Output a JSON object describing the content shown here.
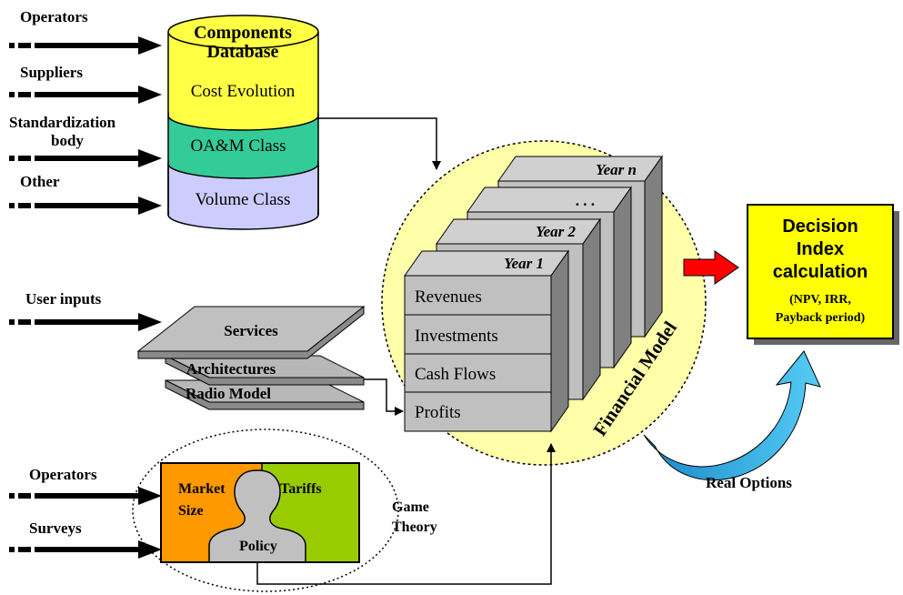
{
  "inputs_top": [
    "Operators",
    "Suppliers",
    "Standardization",
    "body",
    "Other"
  ],
  "database": {
    "title_line1": "Components",
    "title_line2": "Database",
    "layers": [
      "Cost Evolution",
      "OA&M Class",
      "Volume Class"
    ]
  },
  "user_inputs_label": "User inputs",
  "layer_stack": [
    "Services",
    "Architectures",
    "Radio Model"
  ],
  "inputs_bottom": [
    "Operators",
    "Surveys"
  ],
  "game_theory": {
    "market_line1": "Market",
    "market_line2": "Size",
    "tariffs": "Tariffs",
    "policy": "Policy",
    "label_line1": "Game",
    "label_line2": "Theory"
  },
  "financial_model": {
    "label": "Financial Model",
    "years": [
      "Year n",
      ". . .",
      "Year 2",
      "Year 1"
    ],
    "rows": [
      "Revenues",
      "Investments",
      "Cash Flows",
      "Profits"
    ]
  },
  "decision": {
    "line1": "Decision",
    "line2": "Index",
    "line3": "calculation",
    "sub1": "(NPV, IRR,",
    "sub2": "Payback period)"
  },
  "real_options": "Real Options",
  "colors": {
    "db_yellow": "#ffff44",
    "db_green": "#33cc99",
    "db_lavender": "#ccccff",
    "circle_fill": "#ffffaa",
    "box_gray": "#c0c0c0",
    "market_orange": "#ff9900",
    "tariffs_green": "#99cc00",
    "decision_yellow": "#ffff00",
    "red_arrow": "#ff0000",
    "blue_arrow": "#33bbee"
  }
}
